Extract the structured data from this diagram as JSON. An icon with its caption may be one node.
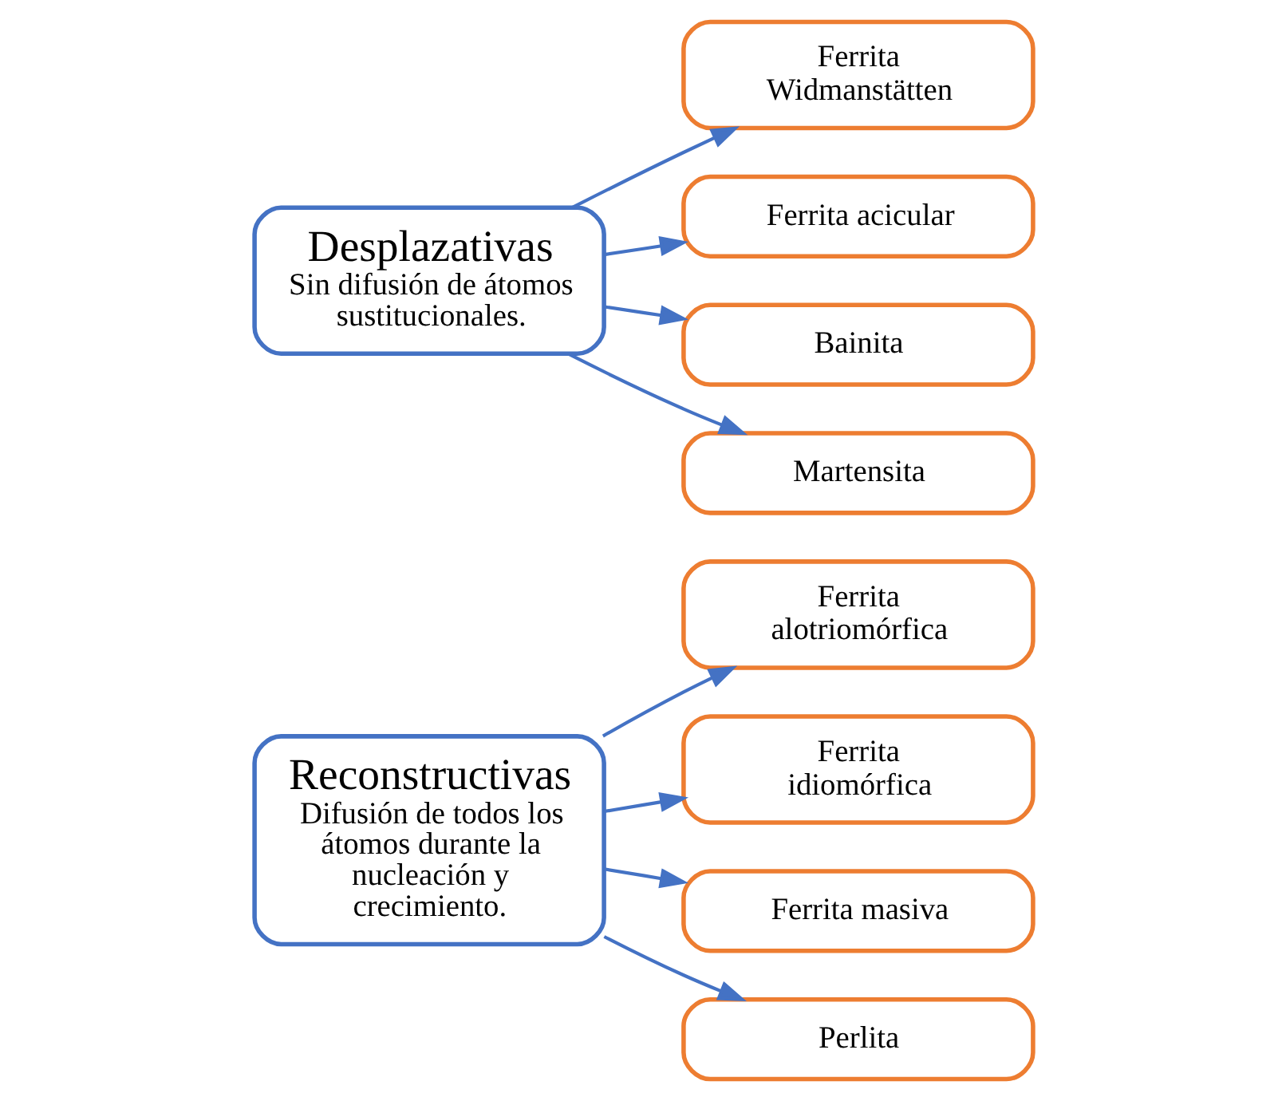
{
  "diagram": {
    "nodes": [
      {
        "text": [
          "Reconstructivas",
          "Difusión de todos los átomos durante la nucleación y crecimiento."
        ]
      },
      {
        "text": [
          "Ferrita alotriomórfica"
        ]
      },
      {
        "text": [
          "Ferrita idiomórfica"
        ]
      },
      {
        "text": [
          "Ferrita masiva"
        ]
      },
      {
        "text": [
          "Perlita"
        ]
      },
      {
        "text": [
          "Desplazativas",
          "Sin difusión de átomos sustitucionales."
        ]
      },
      {
        "text": [
          "Ferrita Widmanstätten"
        ]
      },
      {
        "text": [
          "Ferrita acicular"
        ]
      },
      {
        "text": [
          "Bainita"
        ]
      },
      {
        "text": [
          "Martensita"
        ]
      }
    ],
    "edges": [
      {
        "from": 0,
        "to": 1,
        "arrow": "to"
      },
      {
        "from": 0,
        "to": 2,
        "arrow": "to"
      },
      {
        "from": 0,
        "to": 3,
        "arrow": "to"
      },
      {
        "from": 0,
        "to": 4,
        "arrow": "to"
      },
      {
        "from": 5,
        "to": 6,
        "arrow": "to"
      },
      {
        "from": 5,
        "to": 7,
        "arrow": "to"
      },
      {
        "from": 5,
        "to": 8,
        "arrow": "to"
      },
      {
        "from": 5,
        "to": 9,
        "arrow": "to"
      }
    ]
  }
}
